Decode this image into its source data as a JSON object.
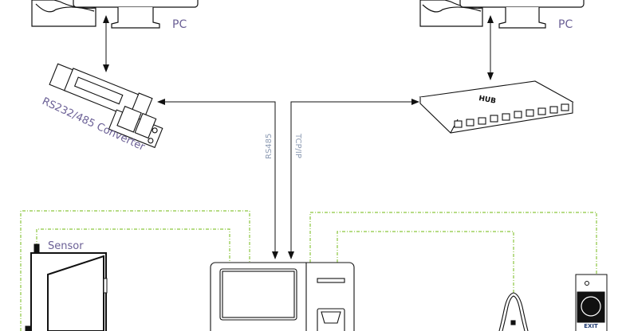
{
  "labels": {
    "pc_left": "PC",
    "pc_right": "PC",
    "converter": "RS232/485 Converter",
    "rs485": "RS485",
    "tcpip": "TCP/IP",
    "hub": "HUB",
    "sensor": "Sensor",
    "exit": "EXIT"
  },
  "colors": {
    "label": "#6a5f95",
    "link_label": "#8d9bb3",
    "wire": "#8cc63f",
    "line": "#111111"
  }
}
